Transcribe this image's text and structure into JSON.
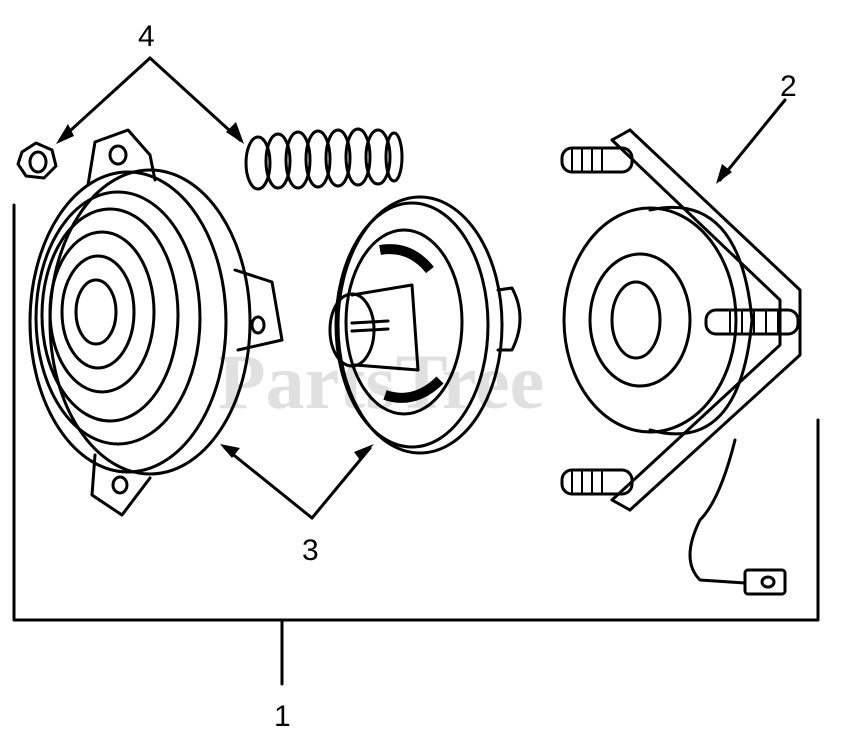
{
  "diagram": {
    "callouts": {
      "assembly": "1",
      "field_coil": "2",
      "rotor_armature": "3",
      "hardware": "4"
    },
    "watermark": "PartsTree"
  },
  "colors": {
    "ink": "#000000",
    "background": "#ffffff",
    "watermark": "#c8c8c8"
  }
}
